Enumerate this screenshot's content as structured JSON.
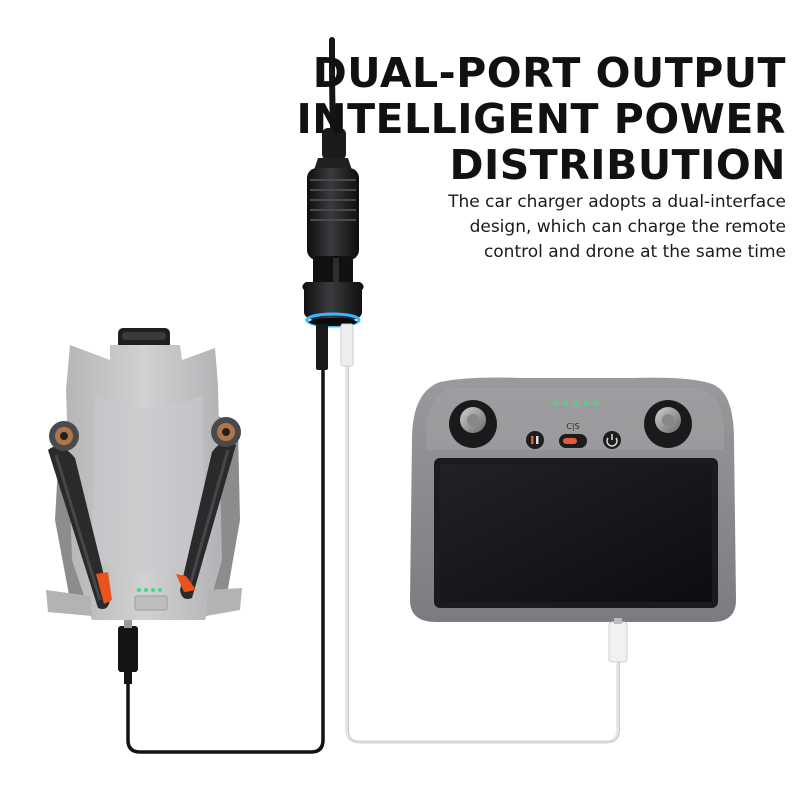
{
  "headline": {
    "line1": "DUAL-PORT OUTPUT",
    "line2": "INTELLIGENT POWER",
    "line3": "DISTRIBUTION"
  },
  "description": {
    "line1": "The car charger adopts a dual-interface",
    "line2": "design, which can charge the remote",
    "line3": "control and drone at the same time"
  },
  "remote": {
    "brand_mark": "C|S",
    "brand_mark_sub": "ʅʅ ʅ"
  },
  "colors": {
    "background": "#ffffff",
    "drone_body": "#c3c3c5",
    "propeller": "#2a2a2c",
    "prop_tip": "#e8541c",
    "remote_shell": "#8b8b8e",
    "screen": "#15161a",
    "status_led": "#3ddc84",
    "usb_glow": "#39b6ff"
  }
}
